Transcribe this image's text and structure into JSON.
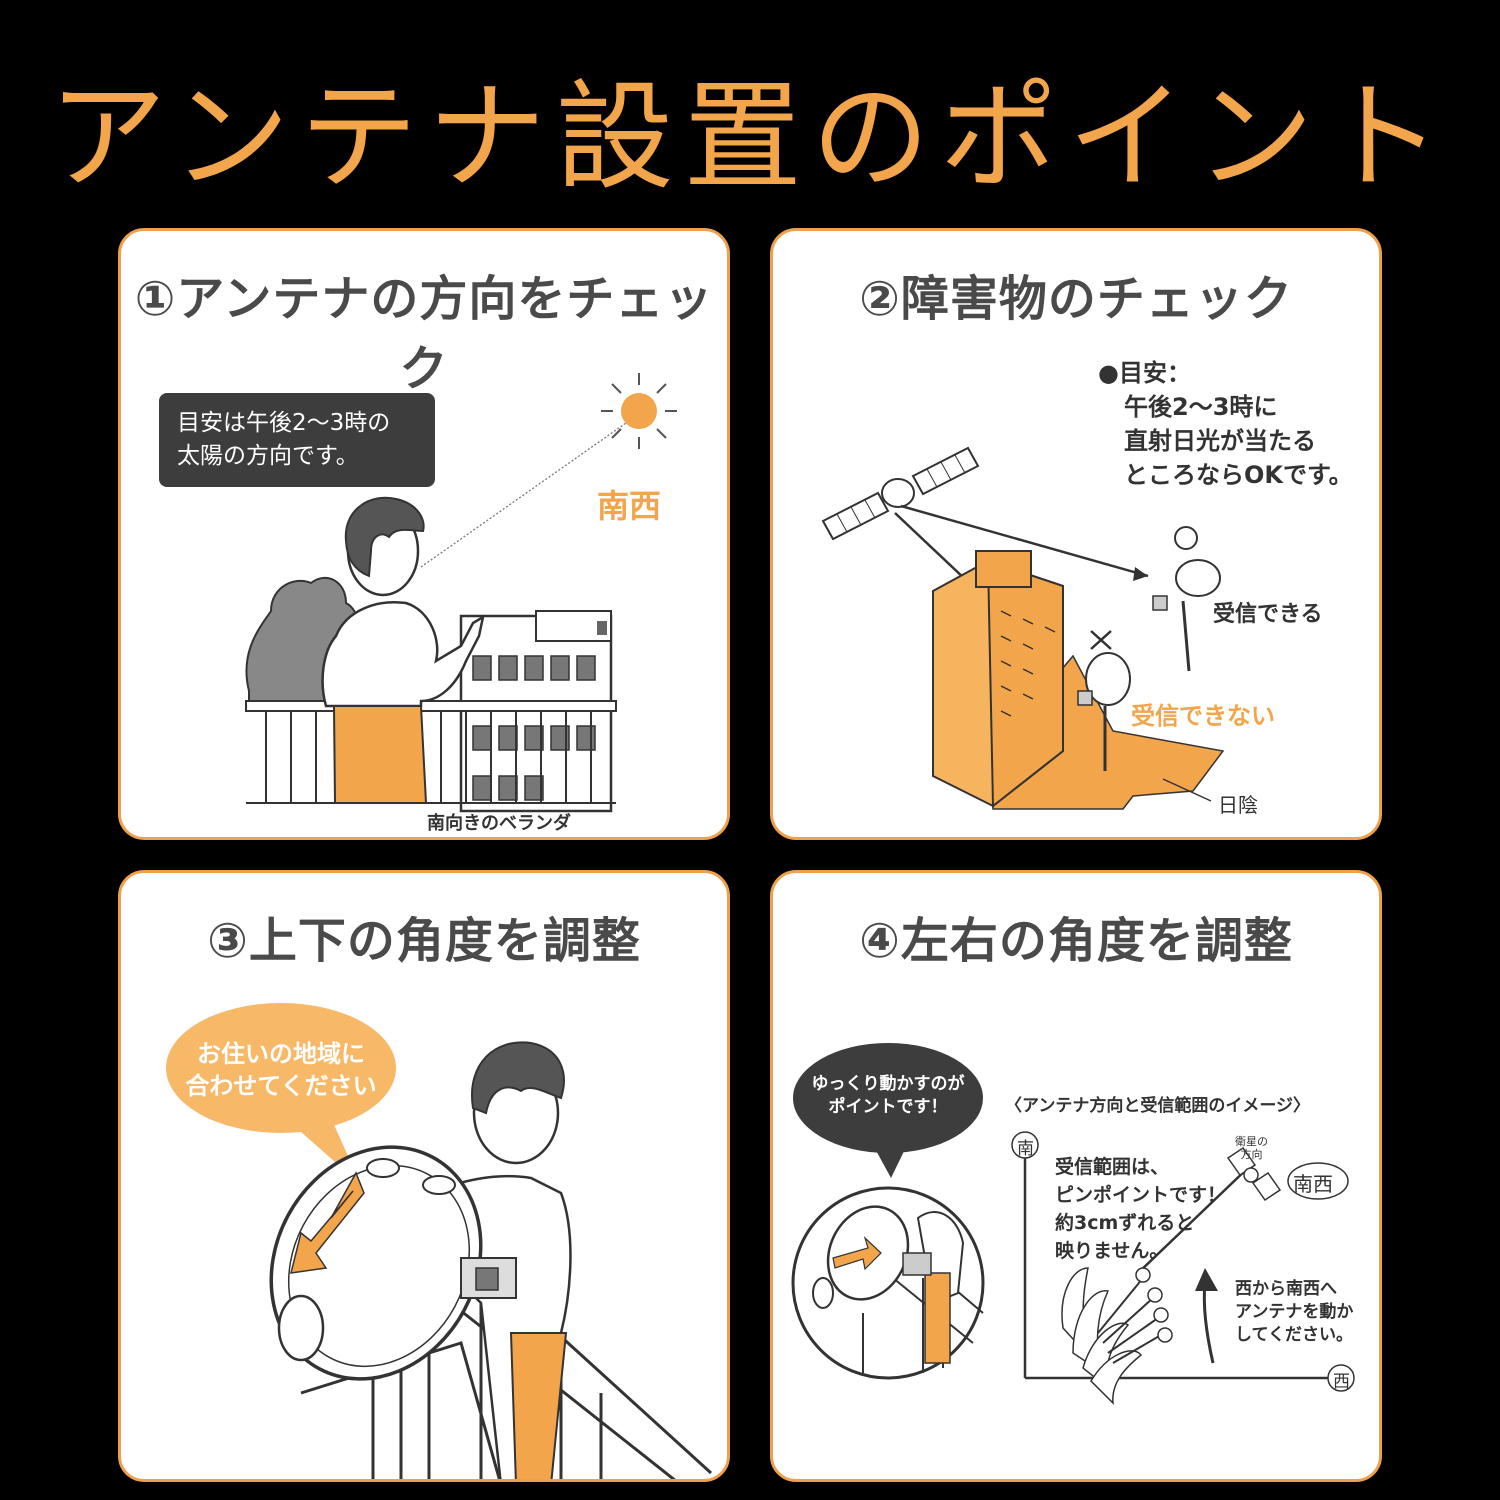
{
  "title": "アンテナ設置のポイント",
  "colors": {
    "accent": "#f2a54a",
    "panel_border": "#f0a04b",
    "dark_box": "#3d3d3d"
  },
  "panel1": {
    "title": "①アンテナの方向をチェック",
    "note_line1": "目安は午後2〜3時の",
    "note_line2": "太陽の方向です。",
    "direction": "南西",
    "caption": "南向きのベランダ"
  },
  "panel2": {
    "title": "②障害物のチェック",
    "guide_line1": "●目安：",
    "guide_line2": "午後2〜3時に",
    "guide_line3": "直射日光が当たる",
    "guide_line4": "ところならOKです。",
    "ok_label": "受信できる",
    "ng_label": "受信できない",
    "x_mark": "×",
    "shade_label": "日陰"
  },
  "panel3": {
    "title": "③上下の角度を調整",
    "bubble_line1": "お住いの地域に",
    "bubble_line2": "合わせてください"
  },
  "panel4": {
    "title": "④左右の角度を調整",
    "bubble_line1": "ゆっくり動かすのが",
    "bubble_line2": "ポイントです！",
    "diagram_title": "〈アンテナ方向と受信範囲のイメージ〉",
    "south": "南",
    "west": "西",
    "southwest": "南西",
    "satellite_dir_line1": "衛星の",
    "satellite_dir_line2": "方向",
    "range_line1": "受信範囲は、",
    "range_line2": "ピンポイントです！",
    "range_line3": "約3cmずれると",
    "range_line4": "映りません。",
    "move_line1": "西から南西へ",
    "move_line2": "アンテナを動か",
    "move_line3": "してください。"
  }
}
